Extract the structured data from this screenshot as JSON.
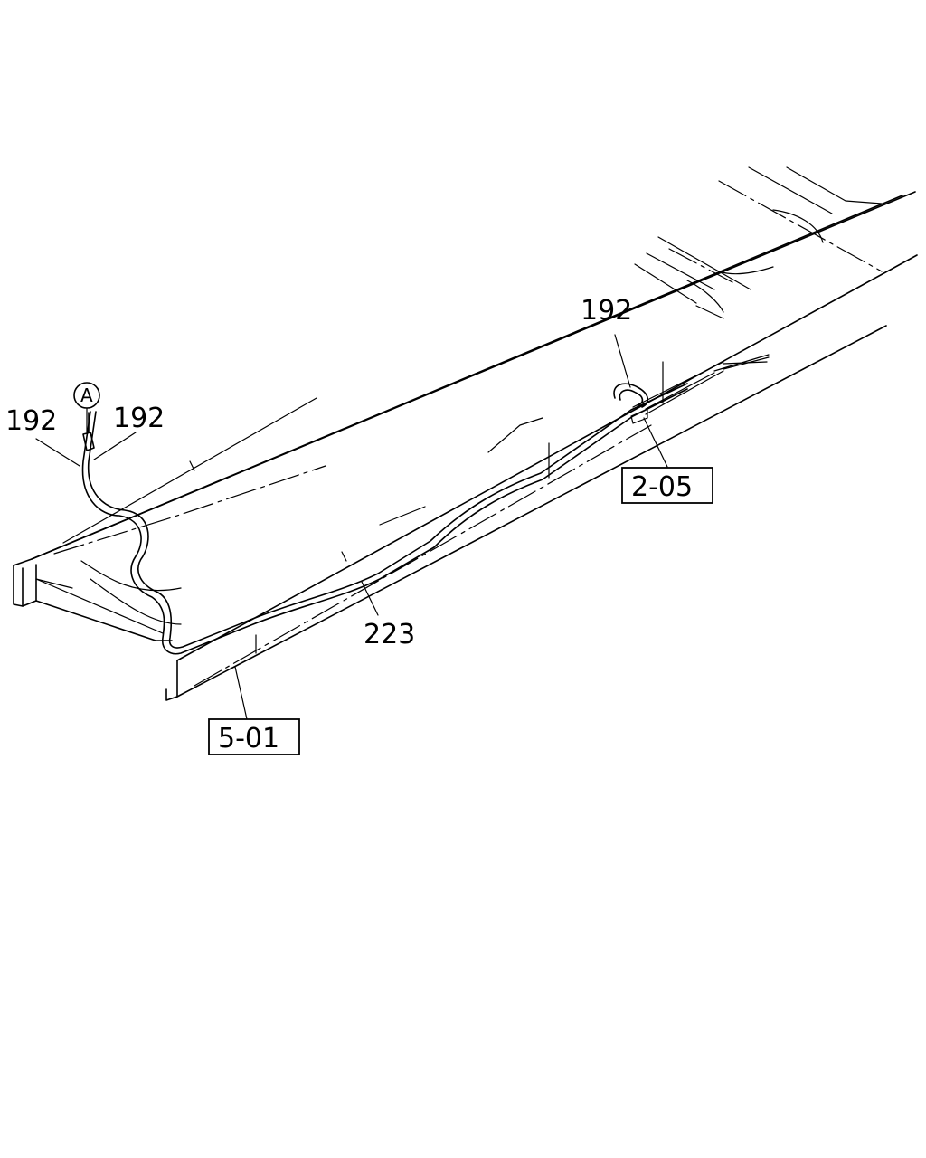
{
  "callouts": {
    "left_outer": "192",
    "left_inner": "192",
    "right_top": "192",
    "hose": "223",
    "circle_a": "A"
  },
  "refs": {
    "rear": "2-05",
    "front": "5-01"
  }
}
